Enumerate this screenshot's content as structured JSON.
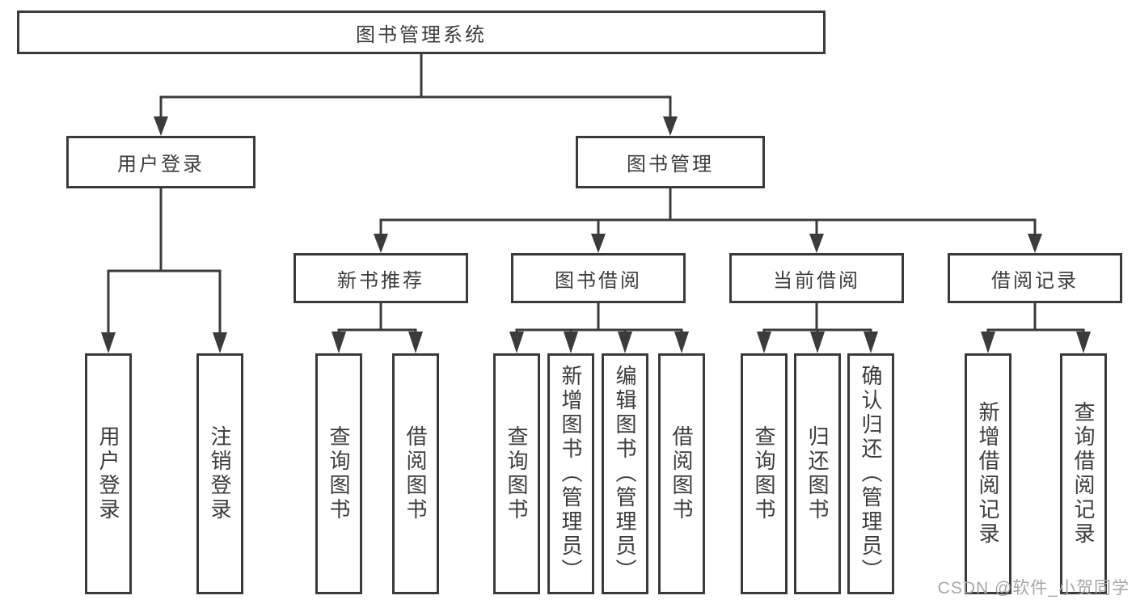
{
  "diagram": {
    "root": "图书管理系统",
    "level2": [
      "用户登录",
      "图书管理"
    ],
    "level3": [
      "新书推荐",
      "图书借阅",
      "当前借阅",
      "借阅记录"
    ],
    "leaves": [
      "用户登录",
      "注销登录",
      "查询图书",
      "借阅图书",
      "查询图书",
      "新增图书（管理员）",
      "编辑图书（管理员）",
      "借阅图书",
      "查询图书",
      "归还图书",
      "确认归还（管理员）",
      "新增借阅记录",
      "查询借阅记录"
    ],
    "hierarchy": [
      {
        "parent": "图书管理系统",
        "children": [
          "用户登录",
          "图书管理"
        ]
      },
      {
        "parent": "用户登录",
        "children": [
          "用户登录",
          "注销登录"
        ]
      },
      {
        "parent": "图书管理",
        "children": [
          "新书推荐",
          "图书借阅",
          "当前借阅",
          "借阅记录"
        ]
      },
      {
        "parent": "新书推荐",
        "children": [
          "查询图书",
          "借阅图书"
        ]
      },
      {
        "parent": "图书借阅",
        "children": [
          "查询图书",
          "新增图书（管理员）",
          "编辑图书（管理员）",
          "借阅图书"
        ]
      },
      {
        "parent": "当前借阅",
        "children": [
          "查询图书",
          "归还图书",
          "确认归还（管理员）"
        ]
      },
      {
        "parent": "借阅记录",
        "children": [
          "新增借阅记录",
          "查询借阅记录"
        ]
      }
    ]
  },
  "watermark": "CSDN @软件_小贺同学",
  "colors": {
    "line": "#3b3b3b",
    "text": "#3c3c3c",
    "background": "#ffffff",
    "watermark": "#a6a6a6"
  }
}
